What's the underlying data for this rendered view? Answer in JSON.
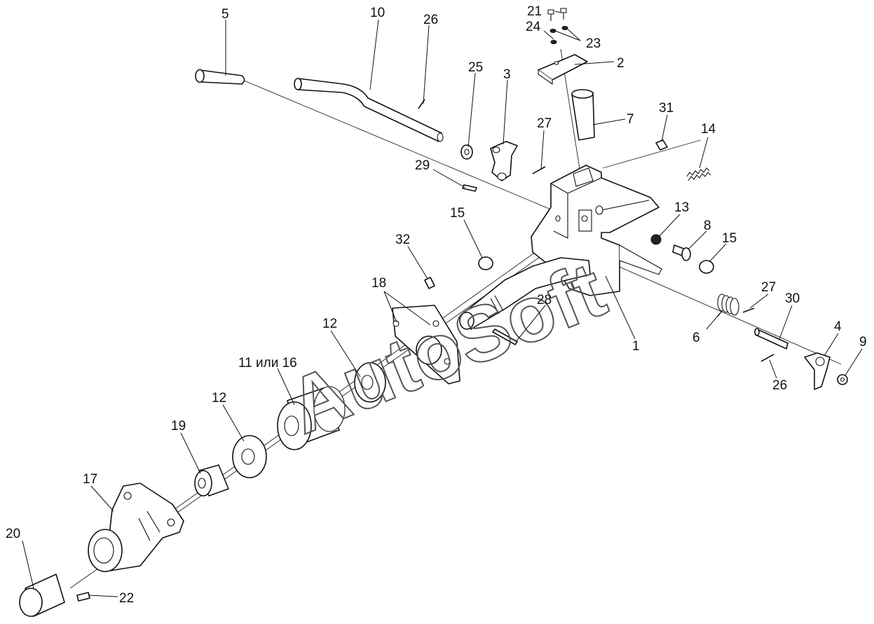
{
  "watermark": "AutoSoft",
  "callouts": {
    "c1": "1",
    "c2": "2",
    "c3": "3",
    "c4": "4",
    "c5": "5",
    "c6": "6",
    "c7": "7",
    "c8": "8",
    "c9": "9",
    "c10": "10",
    "c11": "11 или 16",
    "c12a": "12",
    "c12b": "12",
    "c13": "13",
    "c14": "14",
    "c15a": "15",
    "c15b": "15",
    "c17": "17",
    "c18": "18",
    "c19": "19",
    "c20": "20",
    "c21": "21",
    "c22": "22",
    "c23": "23",
    "c24": "24",
    "c25": "25",
    "c26a": "26",
    "c26b": "26",
    "c27a": "27",
    "c27b": "27",
    "c28": "28",
    "c29": "29",
    "c30": "30",
    "c31": "31",
    "c32": "32"
  }
}
